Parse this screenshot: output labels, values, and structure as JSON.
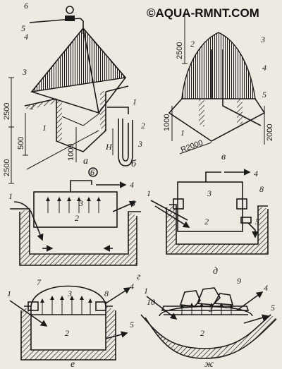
{
  "watermark": "©AQUA-RMNT.COM",
  "captions": {
    "a": "а",
    "b": "б",
    "v": "в",
    "g": "г",
    "d": "д",
    "e": "е",
    "zh": "ж"
  },
  "dims": {
    "a_2500_top": "2500",
    "a_2500_bottom": "2500",
    "a_500": "500",
    "a_1000": "1000",
    "v_2500": "2500",
    "v_1000": "1000",
    "v_2000": "2000",
    "v_R2000": "R2000",
    "b_H": "H"
  },
  "labels": {
    "n1": "1",
    "n2": "2",
    "n3": "3",
    "n4": "4",
    "n5": "5",
    "n6": "6",
    "n7": "7",
    "n8": "8",
    "n9": "9",
    "n10": "10"
  }
}
